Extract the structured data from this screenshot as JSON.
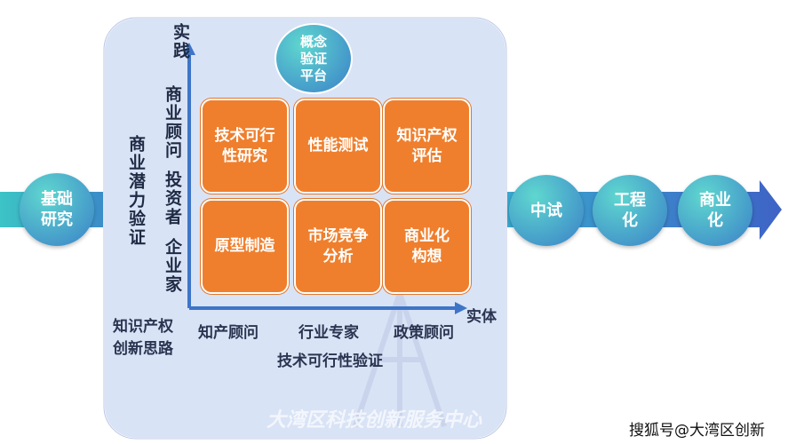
{
  "colors": {
    "panel": "#d9e3f6",
    "box": "#ef7f2d",
    "arrow": "#3d75c8",
    "circle_start": "#42c7c9",
    "circle_end": "#3a82c9"
  },
  "left_node": "基础\n研究",
  "concept_circle": "概念\n验证\n平台",
  "axes": {
    "y_top": "实践",
    "x_right": "实体"
  },
  "y_labels": {
    "col1": "商业潜力验证",
    "col2a": "商业顾问",
    "col2b": "投资者",
    "col2c": "企业家"
  },
  "corner_label": "知识产权\n创新思路",
  "x_labels": [
    "知产顾问",
    "行业专家",
    "政策顾问"
  ],
  "bottom_label": "技术可行性验证",
  "grid": [
    {
      "text": "技术可行\n性研究"
    },
    {
      "text": "性能测试"
    },
    {
      "text": "知识产权\n评估"
    },
    {
      "text": "原型制造"
    },
    {
      "text": "市场竞争\n分析"
    },
    {
      "text": "商业化\n构想"
    }
  ],
  "right_nodes": [
    "中试",
    "工程\n化",
    "商业\n化"
  ],
  "watermark": "大湾区科技创新服务中心",
  "footer": "搜狐号@大湾区创新"
}
